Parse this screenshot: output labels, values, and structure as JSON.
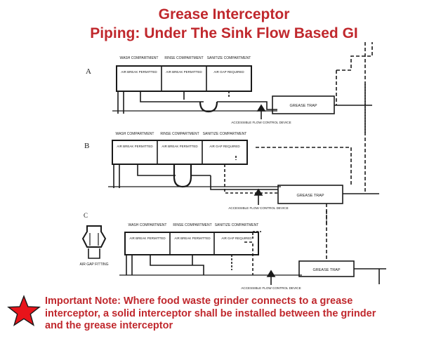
{
  "title": {
    "line1": "Grease Interceptor",
    "line2": "Piping: Under The Sink Flow Based GI"
  },
  "panels": [
    {
      "letter": "A",
      "compartments": [
        {
          "top": "WASH COMPARTMENT",
          "inner": "AIR BREAK PERMITTED"
        },
        {
          "top": "RINSE COMPARTMENT",
          "inner": "AIR BREAK PERMITTED"
        },
        {
          "top": "SANITIZE COMPARTMENT",
          "inner": "AIR GAP REQUIRED"
        }
      ],
      "trap_label": "GREASE TRAP",
      "device_label": "ACCESSIBLE FLOW CONTROL DEVICE"
    },
    {
      "letter": "B",
      "compartments": [
        {
          "top": "WASH COMPARTMENT",
          "inner": "AIR BREAK PERMITTED"
        },
        {
          "top": "RINSE COMPARTMENT",
          "inner": "AIR BREAK PERMITTED"
        },
        {
          "top": "SANITIZE COMPARTMENT",
          "inner": "AIR GAP REQUIRED"
        }
      ],
      "trap_label": "GREASE TRAP",
      "device_label": "ACCESSIBLE FLOW CONTROL DEVICE"
    },
    {
      "letter": "C",
      "compartments": [
        {
          "top": "WASH COMPARTMENT",
          "inner": "AIR BREAK PERMITTED"
        },
        {
          "top": "RINSE COMPARTMENT",
          "inner": "AIR BREAK PERMITTED"
        },
        {
          "top": "SANITIZE COMPARTMENT",
          "inner": "AIR GAP REQUIRED"
        }
      ],
      "trap_label": "GREASE TRAP",
      "device_label": "ACCESSIBLE FLOW CONTROL DEVICE",
      "fitting_label": "AIR GAP FITTING"
    }
  ],
  "note": {
    "text": "Important Note: Where food waste grinder connects to a grease interceptor, a solid interceptor shall be installed between the grinder and the grease interceptor"
  },
  "colors": {
    "accent": "#c0282d",
    "star": "#e8141a",
    "ink": "#1a1a1a"
  }
}
